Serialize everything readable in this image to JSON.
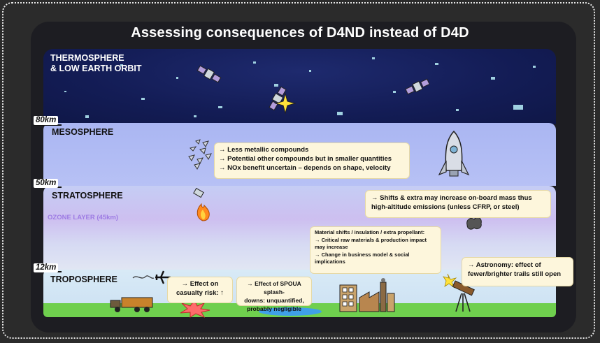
{
  "title": "Assessing consequences of D4ND instead of D4D",
  "layers": {
    "thermosphere": "THERMOSPHERE\n& LOW EARTH ORBIT",
    "thermosphere_line1": "THERMOSPHERE",
    "thermosphere_line2": "& LOW EARTH ORBIT",
    "mesosphere": "MESOSPHERE",
    "stratosphere": "STRATOSPHERE",
    "ozone": "OZONE LAYER (45km)",
    "troposphere": "TROPOSPHERE"
  },
  "altitudes": {
    "km80": "80km",
    "km50": "50km",
    "km12": "12km"
  },
  "notes": {
    "mesosphere": [
      "→ Less metallic compounds",
      "→ Potential other compounds but in smaller quantities",
      "→ NOx benefit uncertain – depends on shape, velocity"
    ],
    "stratosphere": [
      "→ Shifts & extra may increase on-board mass thus",
      "high-altitude emissions (unless CFRP, or steel)"
    ],
    "material": [
      "Material shifts / insulation / extra propellant:",
      "→ Critical raw materials & production impact",
      "may increase",
      "→ Change in business model & social",
      "implications"
    ],
    "casualty": [
      "→ Effect on",
      "casualty risk: ↑"
    ],
    "spoua": [
      "→ Effect of SPOUA splash-",
      "downs: unquantified,",
      "probably negligible"
    ],
    "astronomy": [
      "→ Astronomy: effect of",
      "fewer/brighter trails still open"
    ]
  },
  "icons": [
    "satellite-icon",
    "satellite-icon",
    "satellite-icon",
    "star-flash-icon",
    "debris-icon",
    "rocket-icon",
    "burning-debris-icon",
    "smoke-icon",
    "airplane-icon",
    "truck-icon",
    "explosion-icon",
    "factory-icon",
    "telescope-icon"
  ],
  "colors": {
    "space": "#131c55",
    "mesosphere": "#aab6f2",
    "ozone_text": "#9d7be3",
    "note_bg": "#fdf6dc",
    "grass": "#6fcf4e",
    "water": "#3fa0e8"
  }
}
